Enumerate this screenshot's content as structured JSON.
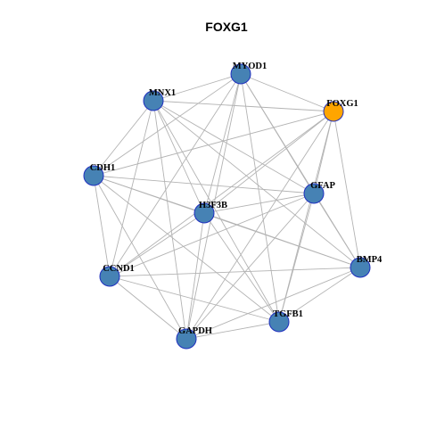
{
  "title": "FOXG1",
  "colors": {
    "node_default": "#4682b4",
    "node_focus": "#ffa500",
    "node_border": "#1f2fbf",
    "edge": "#b3b3b3"
  },
  "nodes": [
    {
      "id": "MYOD1",
      "label": "MYOD1",
      "focus": false
    },
    {
      "id": "MNX1",
      "label": "MNX1",
      "focus": false
    },
    {
      "id": "FOXG1",
      "label": "FOXG1",
      "focus": true
    },
    {
      "id": "CDH1",
      "label": "CDH1",
      "focus": false
    },
    {
      "id": "GFAP",
      "label": "GFAP",
      "focus": false
    },
    {
      "id": "H3F3B",
      "label": "H3F3B",
      "focus": false
    },
    {
      "id": "BMP4",
      "label": "BMP4",
      "focus": false
    },
    {
      "id": "CCND1",
      "label": "CCND1",
      "focus": false
    },
    {
      "id": "TGFB1",
      "label": "TGFB1",
      "focus": false
    },
    {
      "id": "GAPDH",
      "label": "GAPDH",
      "focus": false
    }
  ],
  "edges": [
    [
      "MYOD1",
      "MNX1"
    ],
    [
      "MYOD1",
      "FOXG1"
    ],
    [
      "MYOD1",
      "CDH1"
    ],
    [
      "MYOD1",
      "GFAP"
    ],
    [
      "MYOD1",
      "H3F3B"
    ],
    [
      "MYOD1",
      "BMP4"
    ],
    [
      "MYOD1",
      "CCND1"
    ],
    [
      "MYOD1",
      "TGFB1"
    ],
    [
      "MYOD1",
      "GAPDH"
    ],
    [
      "MNX1",
      "FOXG1"
    ],
    [
      "MNX1",
      "CDH1"
    ],
    [
      "MNX1",
      "GFAP"
    ],
    [
      "MNX1",
      "H3F3B"
    ],
    [
      "MNX1",
      "BMP4"
    ],
    [
      "MNX1",
      "CCND1"
    ],
    [
      "MNX1",
      "TGFB1"
    ],
    [
      "MNX1",
      "GAPDH"
    ],
    [
      "FOXG1",
      "CDH1"
    ],
    [
      "FOXG1",
      "GFAP"
    ],
    [
      "FOXG1",
      "H3F3B"
    ],
    [
      "FOXG1",
      "BMP4"
    ],
    [
      "FOXG1",
      "CCND1"
    ],
    [
      "FOXG1",
      "TGFB1"
    ],
    [
      "FOXG1",
      "GAPDH"
    ],
    [
      "CDH1",
      "GFAP"
    ],
    [
      "CDH1",
      "H3F3B"
    ],
    [
      "CDH1",
      "BMP4"
    ],
    [
      "CDH1",
      "CCND1"
    ],
    [
      "CDH1",
      "TGFB1"
    ],
    [
      "CDH1",
      "GAPDH"
    ],
    [
      "GFAP",
      "H3F3B"
    ],
    [
      "GFAP",
      "BMP4"
    ],
    [
      "GFAP",
      "CCND1"
    ],
    [
      "GFAP",
      "TGFB1"
    ],
    [
      "GFAP",
      "GAPDH"
    ],
    [
      "H3F3B",
      "BMP4"
    ],
    [
      "H3F3B",
      "CCND1"
    ],
    [
      "H3F3B",
      "TGFB1"
    ],
    [
      "H3F3B",
      "GAPDH"
    ],
    [
      "BMP4",
      "CCND1"
    ],
    [
      "BMP4",
      "TGFB1"
    ],
    [
      "BMP4",
      "GAPDH"
    ],
    [
      "CCND1",
      "TGFB1"
    ],
    [
      "CCND1",
      "GAPDH"
    ],
    [
      "TGFB1",
      "GAPDH"
    ]
  ]
}
